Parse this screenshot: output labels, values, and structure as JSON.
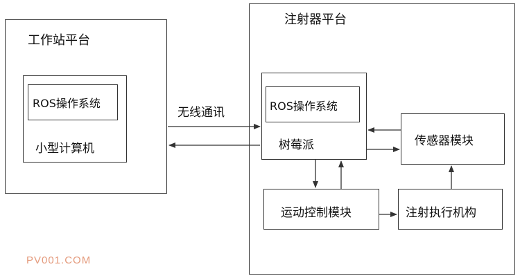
{
  "workstation": {
    "title": "工作站平台",
    "computer_label": "小型计算机",
    "os_label": "ROS操作系统"
  },
  "injector": {
    "title": "注射器平台",
    "raspberry_label": "树莓派",
    "os_label": "ROS操作系统",
    "sensor_label": "传感器模块",
    "motion_label": "运动控制模块",
    "actuator_label": "注射执行机构"
  },
  "link": {
    "label": "无线通讯"
  },
  "watermark": "PV001.COM",
  "colors": {
    "line": "#333333",
    "watermark": "#e49a7c"
  }
}
